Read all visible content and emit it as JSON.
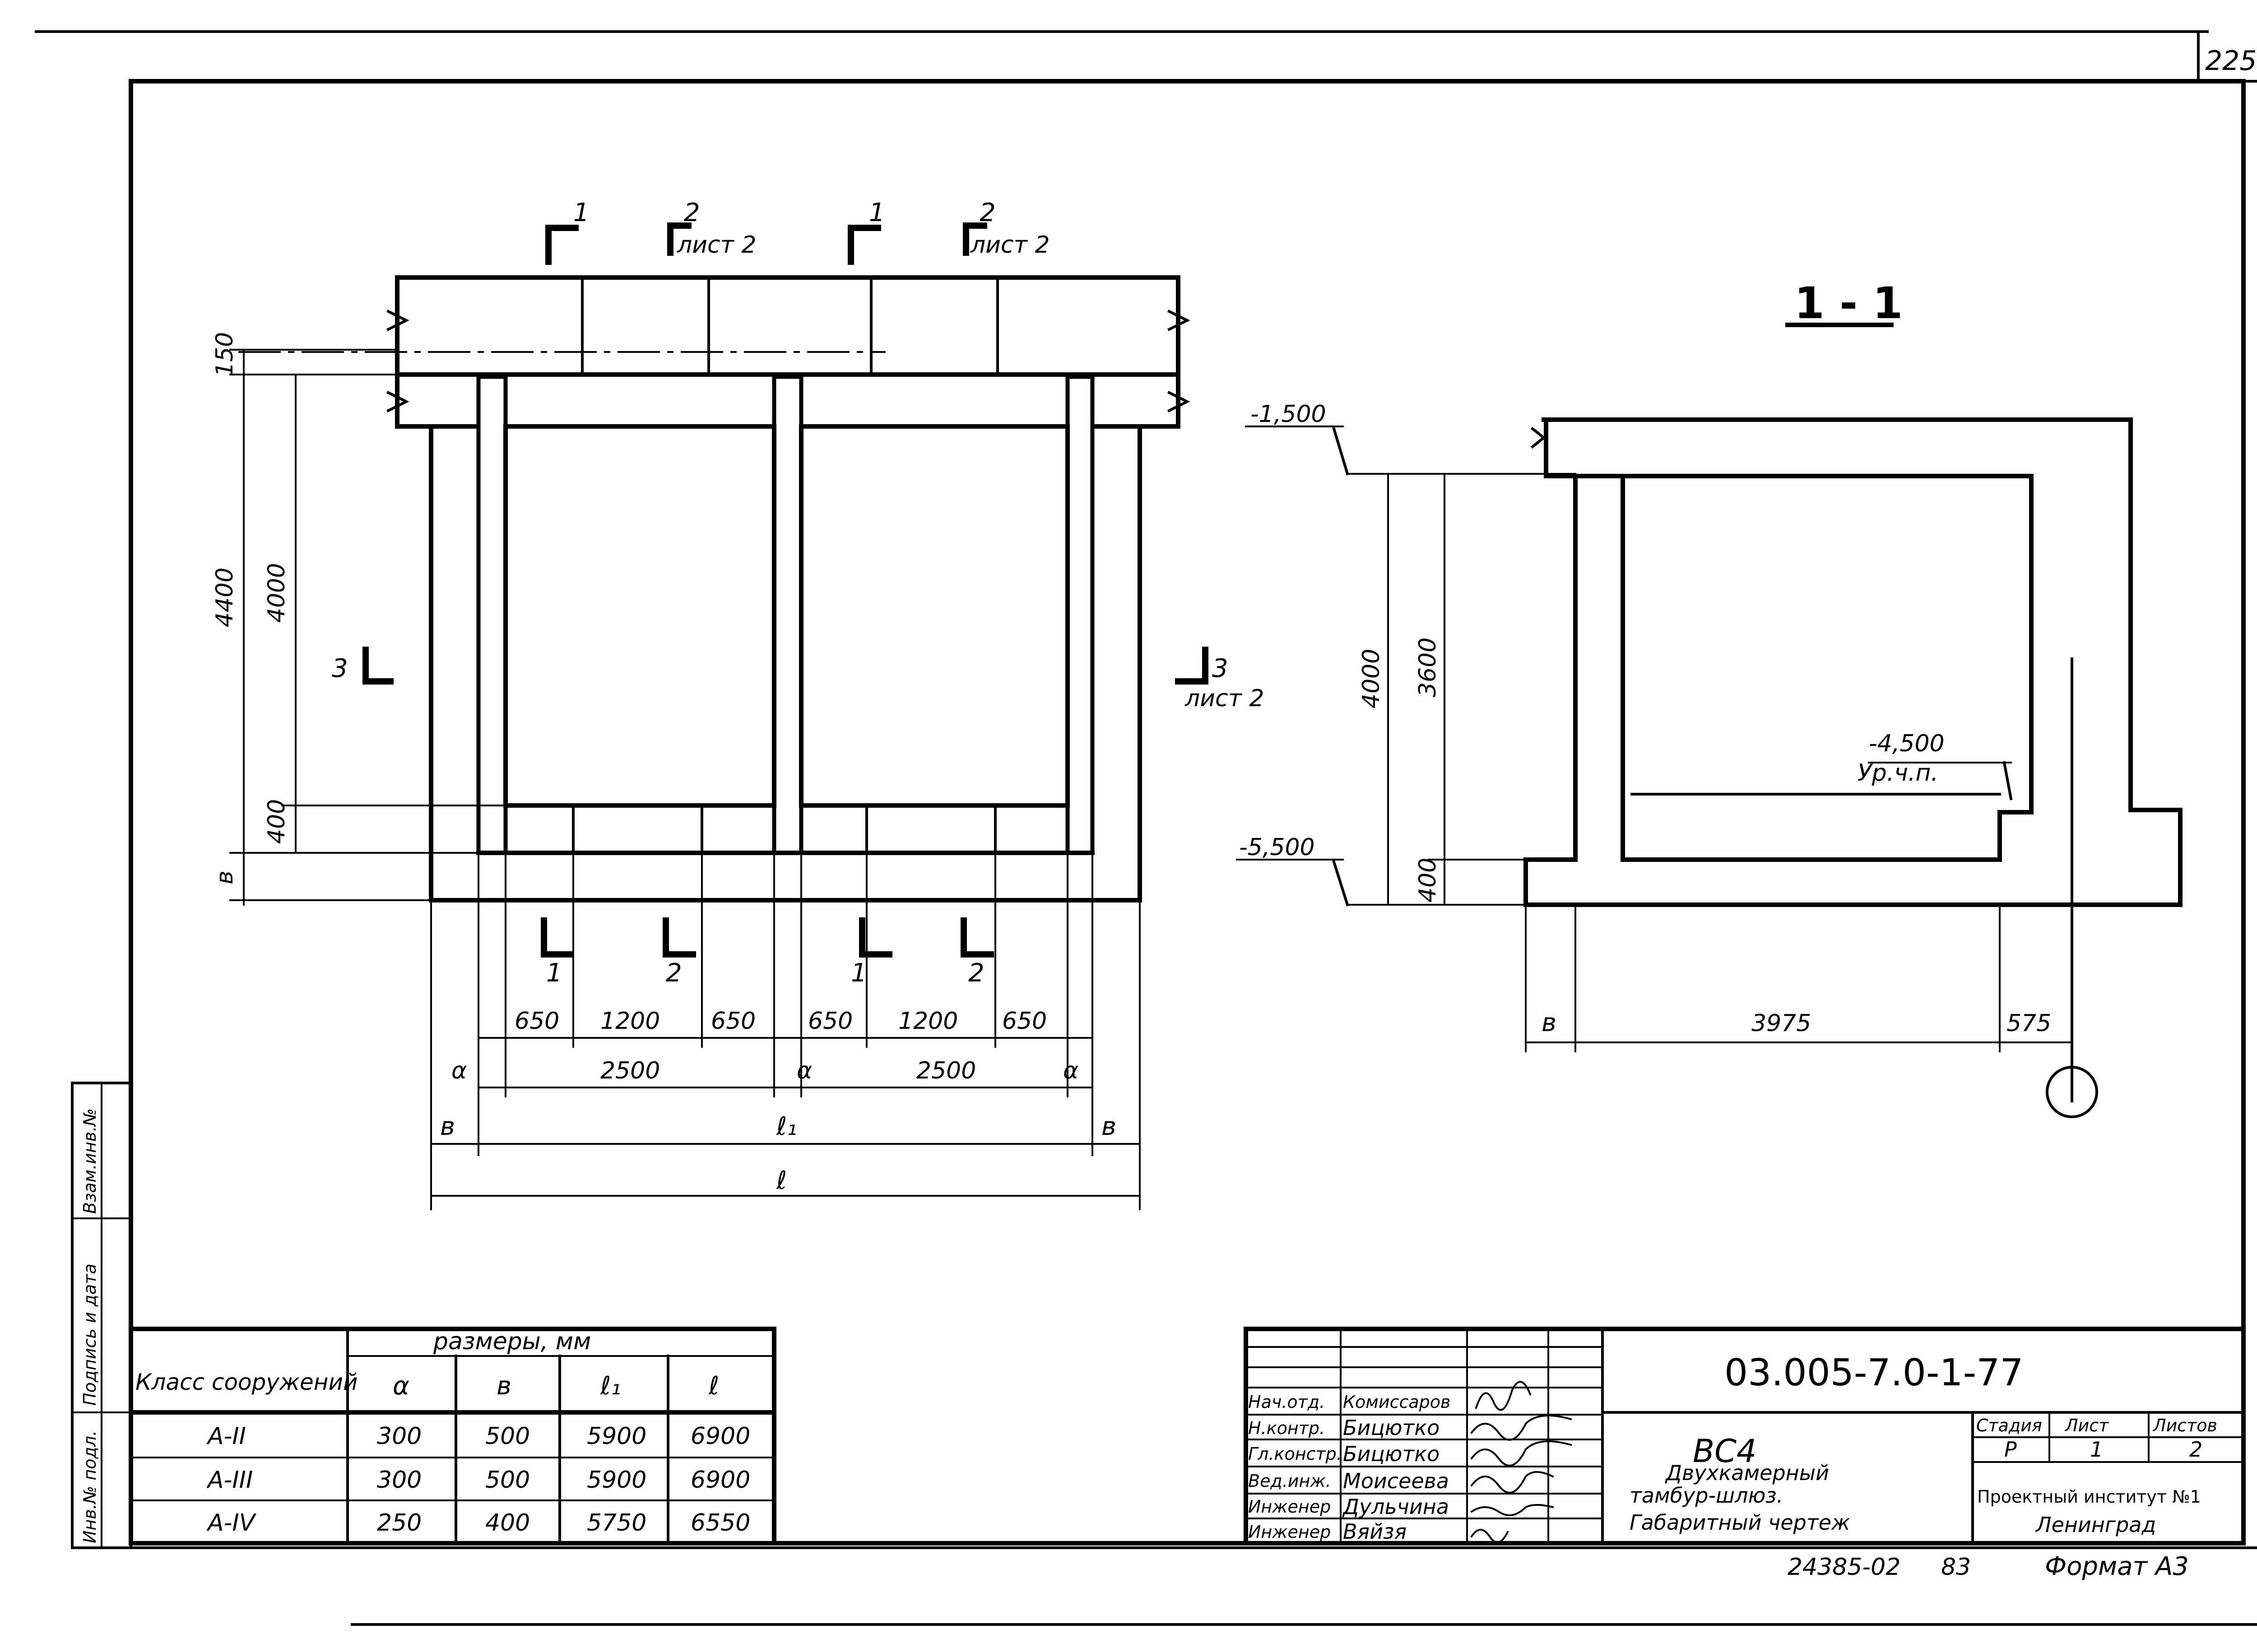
{
  "sheet_number": "225",
  "plan": {
    "cut_marks": {
      "top_1a": "1",
      "top_2a": "2",
      "top_1b": "1",
      "top_2b": "2",
      "sheet_ref": "лист 2",
      "bottom_1a": "1",
      "bottom_2a": "2",
      "bottom_1b": "1",
      "bottom_2b": "2",
      "left_3": "3",
      "right_3": "3",
      "right_sheet_ref": "лист 2"
    },
    "dims_vertical": {
      "d150": "150",
      "d4400": "4400",
      "d4000": "4000",
      "d400": "400",
      "dv": "в"
    },
    "dims_horizontal": {
      "d650a": "650",
      "d1200a": "1200",
      "d650b": "650",
      "d650c": "650",
      "d1200b": "1200",
      "d650d": "650",
      "a1": "α",
      "d2500a": "2500",
      "a2": "α",
      "d2500b": "2500",
      "a3": "α",
      "v1": "в",
      "l1": "ℓ₁",
      "v2": "в",
      "l": "ℓ"
    }
  },
  "section": {
    "title": "1 - 1",
    "elev_top": "-1,500",
    "elev_bottom": "-5,500",
    "elev_floor": "-4,500",
    "floor_label": "Ур.ч.п.",
    "d4000": "4000",
    "d3600": "3600",
    "d400": "400",
    "dv": "в",
    "d3975": "3975",
    "d575": "575"
  },
  "table": {
    "header_class": "Класс сооружений",
    "header_sizes": "размеры, мм",
    "cols": [
      "α",
      "в",
      "ℓ₁",
      "ℓ"
    ],
    "rows": [
      {
        "cls": "А-II",
        "a": "300",
        "b": "500",
        "l1": "5900",
        "l": "6900"
      },
      {
        "cls": "А-III",
        "a": "300",
        "b": "500",
        "l1": "5900",
        "l": "6900"
      },
      {
        "cls": "А-IV",
        "a": "250",
        "b": "400",
        "l1": "5750",
        "l": "6550"
      }
    ]
  },
  "side_stamp": {
    "s1": "Инв.№ подл.",
    "s2": "Подпись и дата",
    "s3": "Взам.инв.№"
  },
  "title_block": {
    "code": "03.005-7.0-1-77",
    "name_code": "ВС4",
    "name_line1": "Двухкамерный",
    "name_line2": "тамбур-шлюз.",
    "name_line3": "Габаритный чертеж",
    "stage_h": "Стадия",
    "sheet_h": "Лист",
    "sheets_h": "Листов",
    "stage": "Р",
    "sheet": "1",
    "sheets": "2",
    "org1": "Проектный институт №1",
    "org2": "Ленинград",
    "staff": [
      {
        "role": "Нач.отд.",
        "name": "Комиссаров"
      },
      {
        "role": "Н.контр.",
        "name": "Бицютко"
      },
      {
        "role": "Гл.констр.",
        "name": "Бицютко"
      },
      {
        "role": "Вед.инж.",
        "name": "Моисеева"
      },
      {
        "role": "Инженер",
        "name": "Дульчина"
      },
      {
        "role": "Инженер",
        "name": "Вяйзя"
      }
    ]
  },
  "footer": {
    "inv": "24385-02",
    "pg": "83",
    "format": "Формат А3"
  }
}
